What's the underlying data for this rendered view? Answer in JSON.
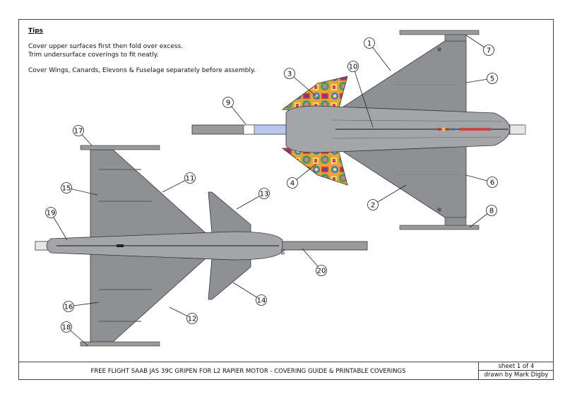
{
  "tips": {
    "heading": "Tips",
    "line1": "Cover upper surfaces first then fold over excess.",
    "line2": "Trim undersurface coverings to fit neatly.",
    "line3": "Cover Wings, Canards, Elevons & Fuselage separately before assembly."
  },
  "title_block": {
    "title": "FREE FLIGHT SAAB JAS 39C GRIPEN FOR L2 RAPIER MOTOR - COVERING GUIDE & PRINTABLE COVERINGS",
    "sheet": "sheet 1 of 4",
    "drawn_by": "drawn by Mark Digby"
  },
  "fuselage_marking": "38",
  "callouts": [
    "1",
    "2",
    "3",
    "4",
    "5",
    "6",
    "7",
    "8",
    "9",
    "10",
    "11",
    "12",
    "13",
    "14",
    "15",
    "16",
    "17",
    "18",
    "19",
    "20"
  ],
  "colors": {
    "skin": "#8e9094",
    "skin_light": "#a6a8ab",
    "panel_line": "#5f6165",
    "outline": "#333333",
    "tube": "#9a9a9a",
    "motor_tube_white": "#ffffff",
    "motor_tube_blue": "#b9c8ee"
  }
}
